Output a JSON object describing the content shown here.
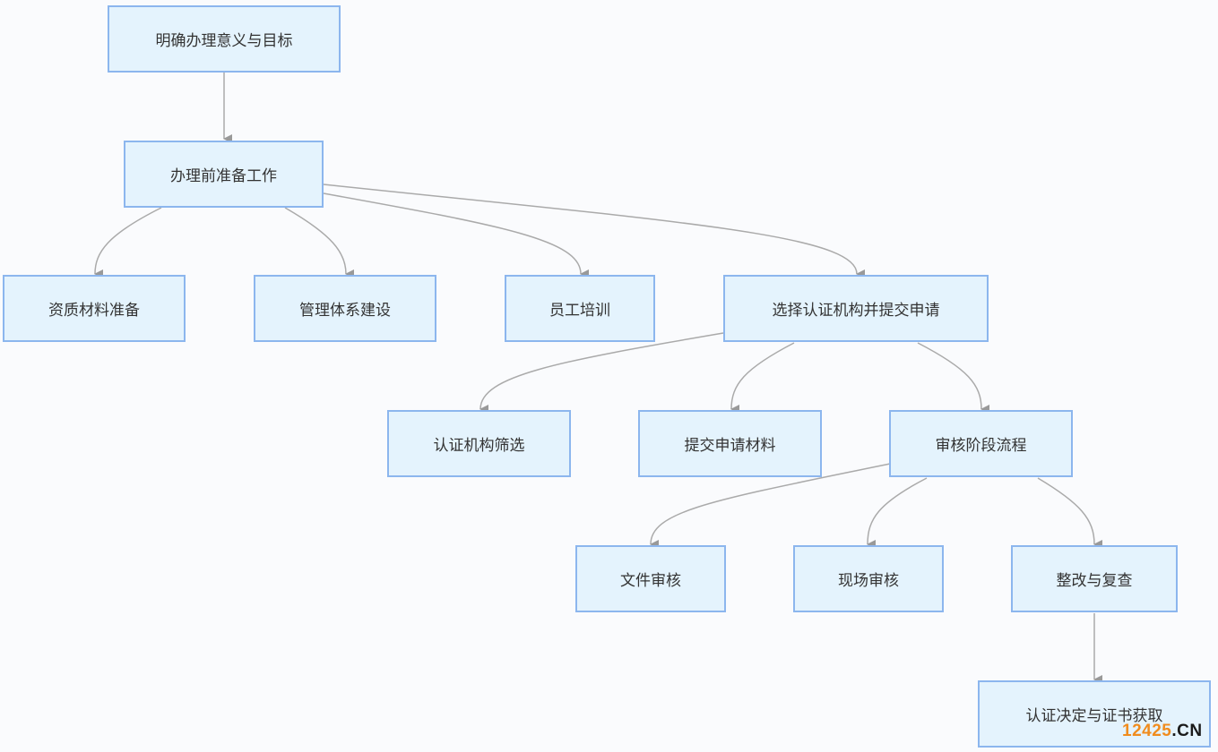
{
  "nodes": {
    "n1": "明确办理意义与目标",
    "n2": "办理前准备工作",
    "n3": "资质材料准备",
    "n4": "管理体系建设",
    "n5": "员工培训",
    "n6": "选择认证机构并提交申请",
    "n7": "认证机构筛选",
    "n8": "提交申请材料",
    "n9": "审核阶段流程",
    "n10": "文件审核",
    "n11": "现场审核",
    "n12": "整改与复查",
    "n13": "认证决定与证书获取"
  },
  "watermark": {
    "digits": "12425",
    "suffix": ".CN"
  },
  "colors": {
    "node_fill": "#e4f3fd",
    "node_border": "#8cb6ee",
    "edge": "#aaaaaa",
    "watermark_orange": "#f08c1e"
  }
}
